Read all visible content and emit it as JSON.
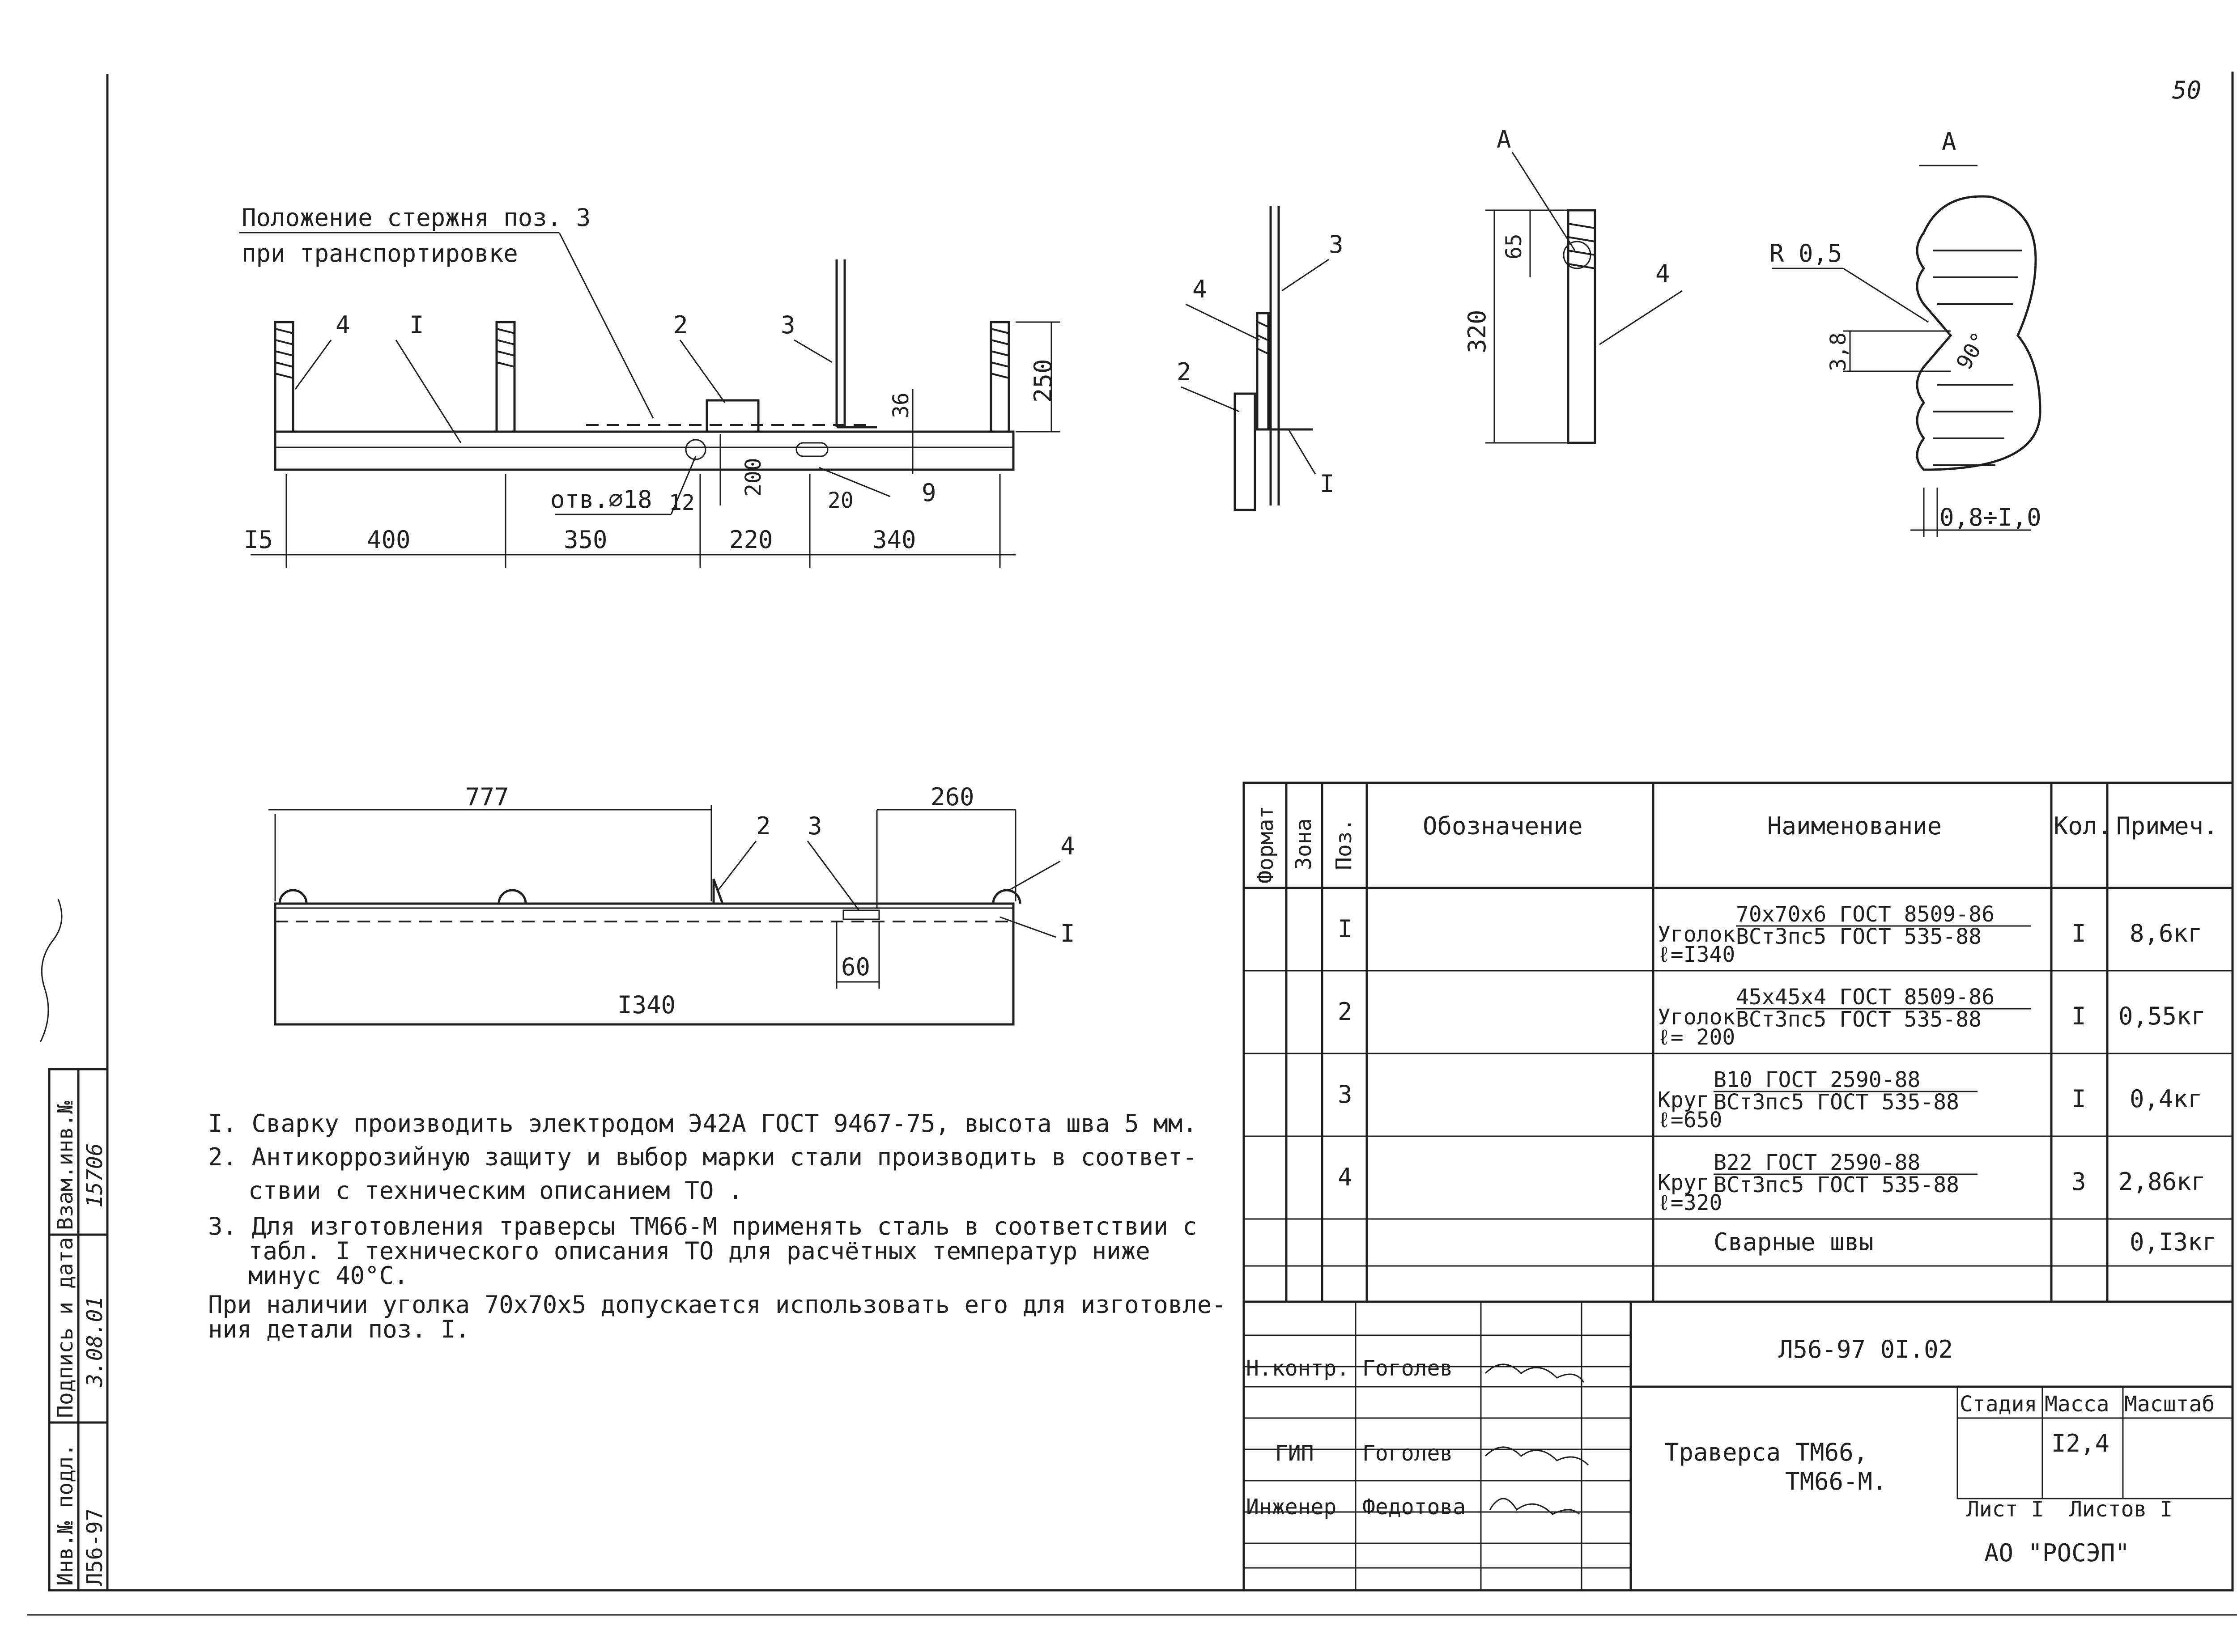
{
  "sheet_number": "50",
  "main_view": {
    "note_label_line1": "Положение стержня поз. 3",
    "note_label_line2": "при транспортировке",
    "callouts": {
      "p4": "4",
      "p1": "I",
      "p2": "2",
      "p3": "3"
    },
    "dims": {
      "d250": "250",
      "d36": "36",
      "d200": "200",
      "d12": "12",
      "d20": "20",
      "d9": "9",
      "hole": "отв.∅18",
      "d15": "I5",
      "d400": "400",
      "d350": "350",
      "d220": "220",
      "d340": "340"
    }
  },
  "plan_view": {
    "callouts": {
      "p2": "2",
      "p3": "3",
      "p4": "4",
      "p1": "I"
    },
    "dims": {
      "d777": "777",
      "d260": "260",
      "d60": "60",
      "d1340": "I340"
    }
  },
  "side_view": {
    "callouts": {
      "p3": "3",
      "p4": "4",
      "p2": "2",
      "p1": "I"
    }
  },
  "detail_view": {
    "label_a": "A",
    "d65": "65",
    "d320": "320",
    "p4": "4"
  },
  "section_a": {
    "title": "A",
    "radius": "R 0,5",
    "d38": "3,8",
    "angle": "90°",
    "range": "0,8÷I,0"
  },
  "notes": [
    "I. Сварку производить электродом Э42А ГОСТ 9467-75, высота шва 5 мм.",
    "2. Антикоррозийную защиту и выбор марки стали производить в соответ-",
    "ствии с техническим описанием ТО .",
    "3. Для изготовления траверсы ТМ66-М применять сталь в соответствии с",
    "табл. I технического описания ТО  для расчётных температур ниже",
    "минус 40°С.",
    "При наличии уголка 70х70х5 допускается использовать его для изготовле-",
    "ния детали поз. I."
  ],
  "spec_table": {
    "headers": {
      "format": "Формат",
      "zone": "Зона",
      "pos": "Поз.",
      "designation": "Обозначение",
      "name": "Наименование",
      "qty": "Кол.",
      "note": "Примеч."
    },
    "rows": [
      {
        "pos": "I",
        "prefix": "Уголок",
        "top": "70х70х6 ГОСТ 8509-86",
        "bottom": "ВСт3пс5 ГОСТ 535-88",
        "len": "ℓ=I340",
        "qty": "I",
        "note": "8,6кг"
      },
      {
        "pos": "2",
        "prefix": "Уголок",
        "top": "45х45х4 ГОСТ 8509-86",
        "bottom": "ВСт3пс5 ГОСТ 535-88",
        "len": "ℓ= 200",
        "qty": "I",
        "note": "0,55кг"
      },
      {
        "pos": "3",
        "prefix": "Круг",
        "top": "В10 ГОСТ 2590-88",
        "bottom": "ВСт3пс5 ГОСТ 535-88",
        "len": "ℓ=650",
        "qty": "I",
        "note": "0,4кг"
      },
      {
        "pos": "4",
        "prefix": "Круг",
        "top": "В22 ГОСТ 2590-88",
        "bottom": "ВСт3пс5 ГОСТ 535-88",
        "len": "ℓ=320",
        "qty": "3",
        "note": "2,86кг"
      }
    ],
    "weld_row": {
      "name": "Сварные швы",
      "note": "0,I3кг"
    }
  },
  "title_block": {
    "code": "Л56-97 0I.02",
    "roles": [
      {
        "role": "Н.контр.",
        "name": "Гоголев"
      },
      {
        "role": "ГИП",
        "name": "Гоголев"
      },
      {
        "role": "Инженер",
        "name": "Федотова"
      }
    ],
    "title_line1": "Траверса ТМ66,",
    "title_line2": "ТМ66-М.",
    "stage_label": "Стадия",
    "mass_label": "Масса",
    "scale_label": "Масштаб",
    "mass_value": "I2,4",
    "sheet_label": "Лист I",
    "sheets_label": "Листов I",
    "org": "АО \"РОСЭП\""
  },
  "side_stamp": {
    "inv_orig": "Инв.№ подл.",
    "sign_date": "Подпись и дата",
    "repl_inv": "Взам.инв.№",
    "inv_value": "Л56-97",
    "date_value": "3.08.01",
    "repl_value": "15706"
  }
}
